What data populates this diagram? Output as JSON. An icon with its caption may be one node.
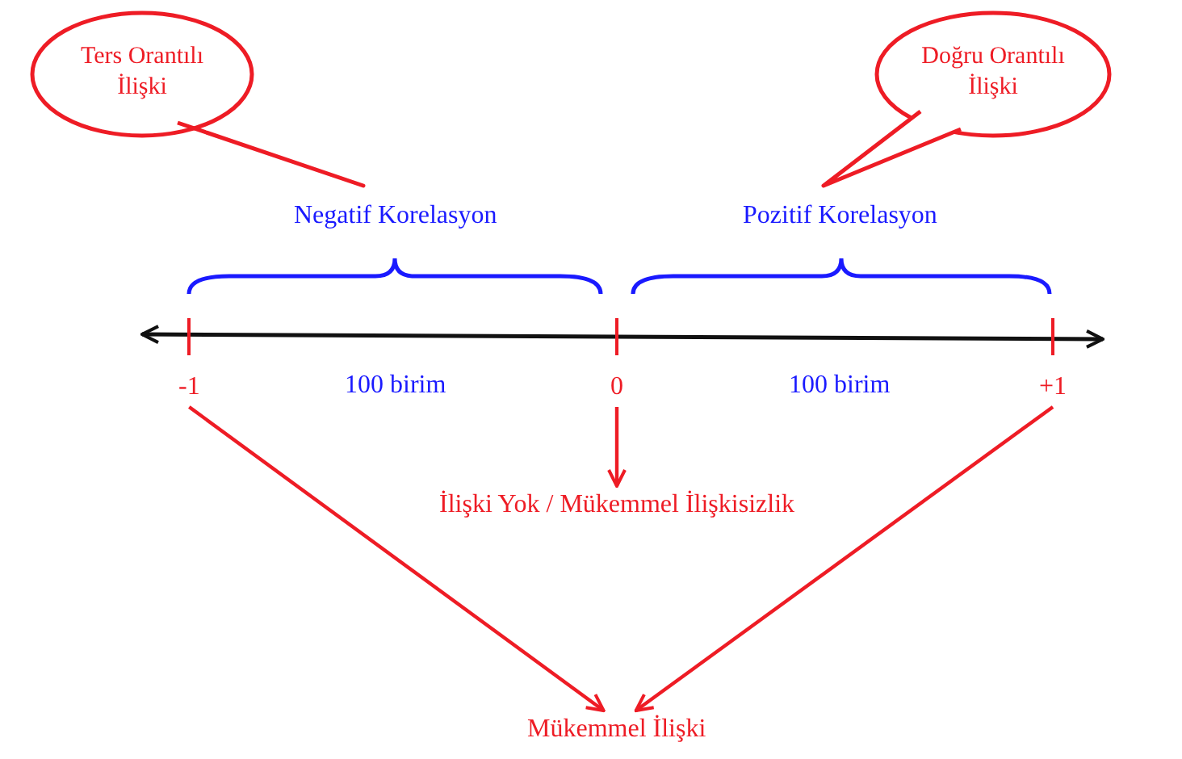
{
  "diagram": {
    "nodes": [
      {
        "text": [
          "Ters Orantılı İlişki"
        ]
      },
      {
        "text": [
          "Doğru Orantılı İlişki"
        ]
      },
      {
        "text": [
          "Negatif Korelasyon"
        ]
      },
      {
        "text": [
          "Pozitif Korelasyon"
        ]
      },
      {
        "text": [
          "-1"
        ]
      },
      {
        "text": [
          "0"
        ]
      },
      {
        "text": [
          "+1"
        ]
      },
      {
        "text": [
          "İlişki Yok / Mükemmel İlişkisizlik"
        ]
      },
      {
        "text": [
          "Mükemmel İlişki"
        ]
      }
    ],
    "edges": [
      {
        "from": 5,
        "to": 7,
        "arrow": "to"
      },
      {
        "from": 4,
        "to": 8,
        "arrow": "to"
      },
      {
        "from": 6,
        "to": 8,
        "arrow": "to"
      }
    ],
    "labels": [
      "100 birim",
      "100 birim"
    ]
  }
}
